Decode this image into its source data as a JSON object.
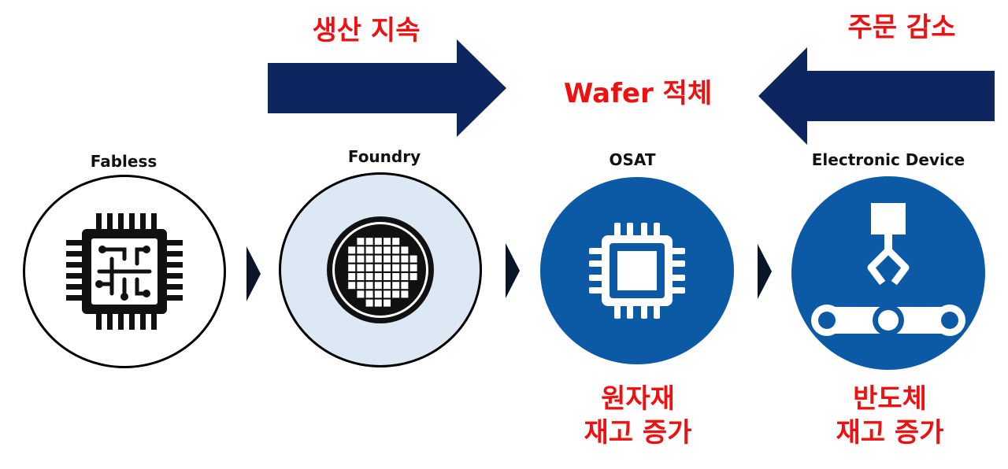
{
  "annotations": {
    "production_continues": "생산 지속",
    "order_decrease": "주문 감소",
    "wafer_stockpile": "Wafer 적체",
    "osat_note": "원자재\n재고 증가",
    "device_note": "반도체\n재고 증가"
  },
  "stages": [
    {
      "label": "Fabless",
      "icon": "cpu-circuit-icon"
    },
    {
      "label": "Foundry",
      "icon": "wafer-icon"
    },
    {
      "label": "OSAT",
      "icon": "chip-icon"
    },
    {
      "label": "Electronic Device",
      "icon": "robot-arm-conveyor-icon"
    }
  ],
  "colors": {
    "navy_arrow": "#0d2660",
    "red_text": "#ee1111",
    "blue_circle": "#0c5aa6",
    "light_circle": "#dce8f4",
    "chevron": "#0a1628"
  }
}
